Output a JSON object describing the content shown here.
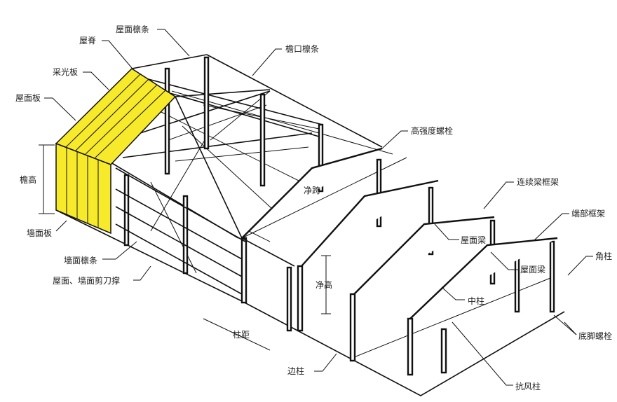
{
  "title": "钢结构厂房构件示意图",
  "colors": {
    "roof_panel": "#F7EA2A",
    "line": "#111111",
    "background": "#FFFFFF"
  },
  "labels": {
    "roof_purlin": "屋面檩条",
    "ridge": "屋脊",
    "eave_purlin": "檐口檩条",
    "skylight_panel": "采光板",
    "roof_panel": "屋面板",
    "high_strength_bolt": "高强度螺栓",
    "eave_height": "檐高",
    "continuous_beam_frame": "连续梁框架",
    "clear_span": "净跨",
    "end_frame": "端部框架",
    "wall_panel": "墙面板",
    "roof_beam_1": "屋面梁",
    "corner_column": "角柱",
    "wall_purlin": "墙面檩条",
    "roof_beam_2": "屋面梁",
    "bracing": "屋面、墙面剪刀撑",
    "clear_height": "净高",
    "middle_column": "中柱",
    "anchor_bolt": "底脚螺栓",
    "column_spacing": "柱距",
    "side_column": "边柱",
    "wind_column": "抗风柱"
  }
}
